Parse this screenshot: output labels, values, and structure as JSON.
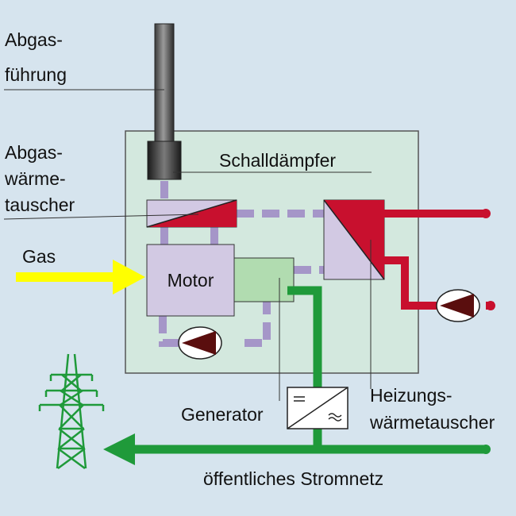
{
  "labels": {
    "exhaust_duct": [
      "Abgas-",
      "führung"
    ],
    "silencer": "Schalldämpfer",
    "exhaust_heat_exchanger": [
      "Abgas-",
      "wärme-",
      "tauscher"
    ],
    "gas": "Gas",
    "motor": "Motor",
    "generator": "Generator",
    "heating_heat_exchanger": [
      "Heizungs-",
      "wärmetauscher"
    ],
    "grid": "öffentliches Stromnetz"
  },
  "colors": {
    "background": "#d6e4ee",
    "unit_box": "#d3e8de",
    "coolant_pipe": "#a596c8",
    "heating_pipe": "#c8102e",
    "power_line": "#1f9a3a",
    "gas_arrow": "#ffff00",
    "motor_fill": "#d2c9e3",
    "generator_fill": "#b1dcb0"
  },
  "icons": [
    "pump-icon",
    "inverter-icon",
    "power-pylon-icon",
    "chimney-icon"
  ]
}
